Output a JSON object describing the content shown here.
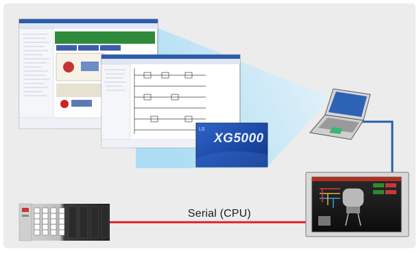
{
  "connection": {
    "label": "Serial (CPU)"
  },
  "splash": {
    "product_name": "XG5000",
    "brand_mark": "LS"
  },
  "colors": {
    "serial_cable": "#d81f2a",
    "network_cable": "#1f5fb0",
    "projection_beam": "#bfe4f7",
    "panel_background": "#ececec"
  },
  "icons": {
    "plc": "plc-rack-icon",
    "laptop": "laptop-icon",
    "hmi": "touch-panel-hmi-icon"
  }
}
